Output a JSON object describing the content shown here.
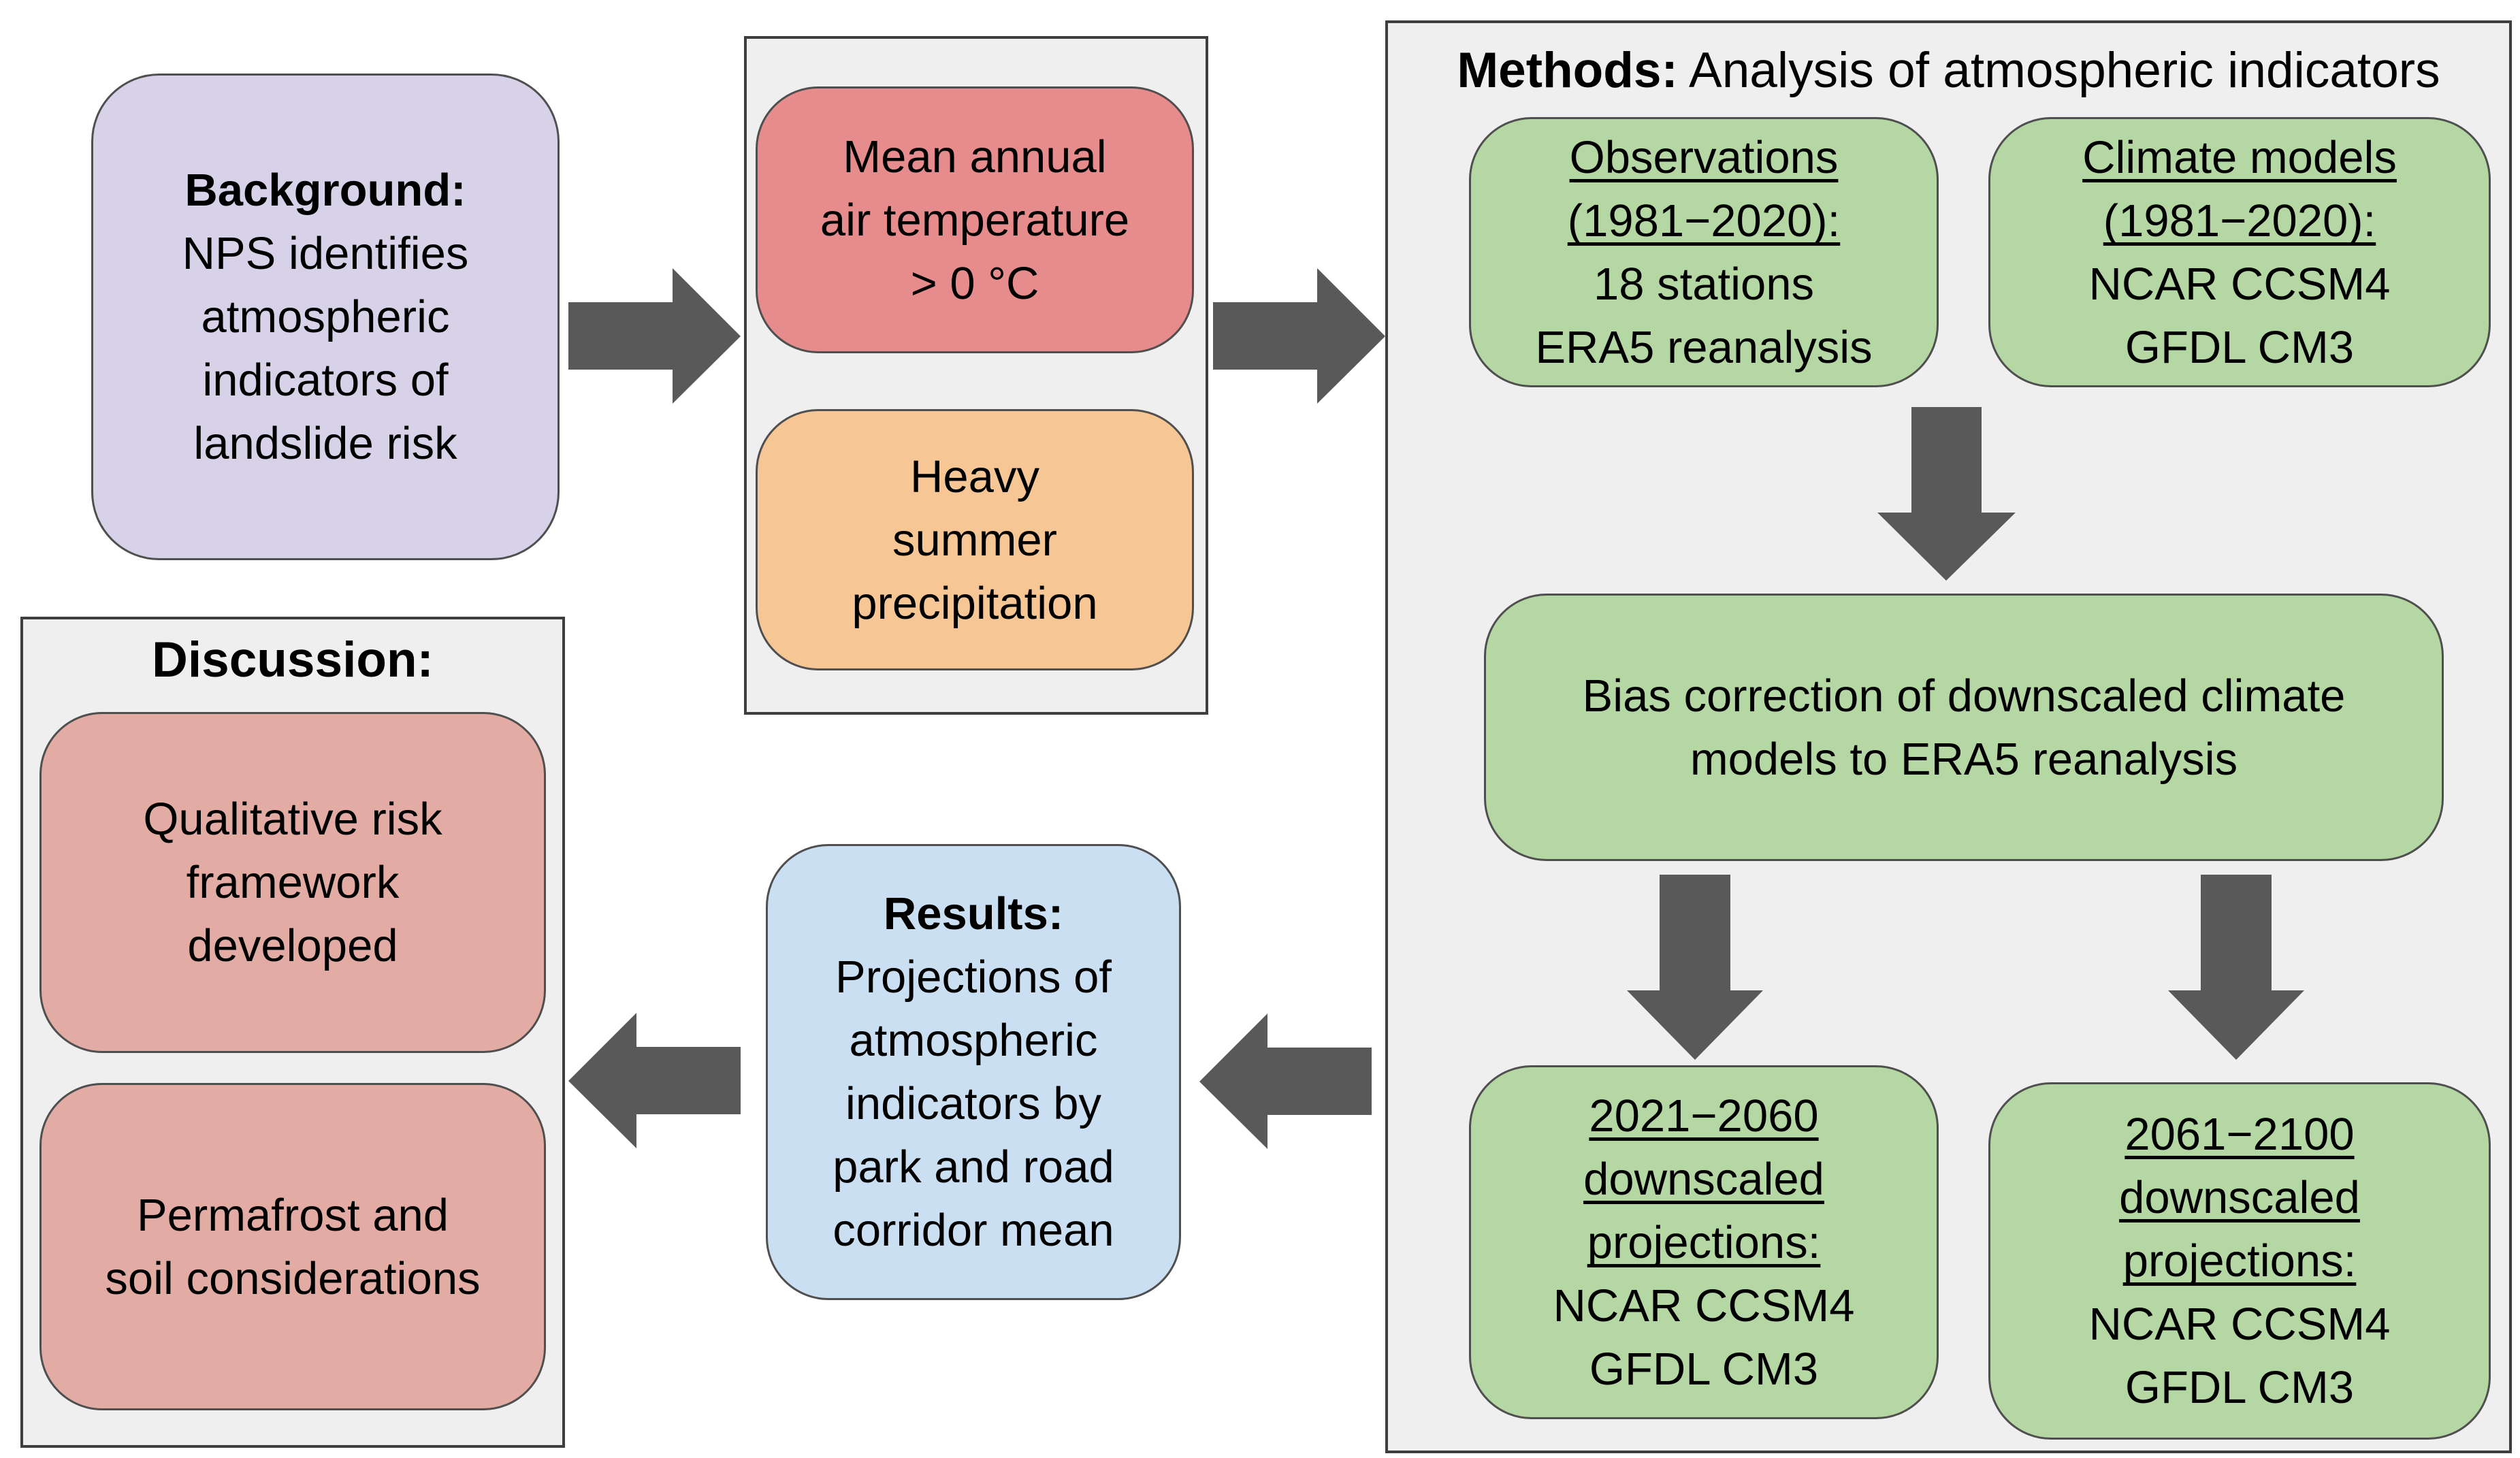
{
  "colors": {
    "page_background": "#FFFFFF",
    "panel_fill": "#EFEFEF",
    "panel_border": "#3E3E3E",
    "box_border": "#4F4F4F",
    "arrow": "#595959",
    "background_box": "#D8D2E9",
    "temperature_box": "#E78C8C",
    "precipitation_box": "#F6C695",
    "methods_boxes": "#B5D7A3",
    "results_box": "#CBDFF2",
    "discussion_boxes": "#E2ACA4",
    "text": "#000000"
  },
  "background_box": {
    "heading": "Background:",
    "lines": [
      "NPS identifies",
      "atmospheric",
      "indicators of",
      "landslide risk"
    ]
  },
  "indicators_panel": {
    "temperature_box": {
      "lines": [
        "Mean annual",
        "air temperature",
        "> 0 °C"
      ]
    },
    "precipitation_box": {
      "lines": [
        "Heavy",
        "summer",
        "precipitation"
      ]
    }
  },
  "methods_panel": {
    "heading_bold": "Methods:",
    "heading_rest": " Analysis of atmospheric indicators",
    "observations_box": {
      "underlined": [
        "Observations",
        "(1981−2020):"
      ],
      "lines": [
        "18 stations",
        "ERA5 reanalysis"
      ]
    },
    "climate_models_box": {
      "underlined": [
        "Climate models",
        "(1981−2020):"
      ],
      "lines": [
        "NCAR CCSM4",
        "GFDL CM3"
      ]
    },
    "bias_box": {
      "lines": [
        "Bias correction of downscaled climate",
        "models to ERA5 reanalysis"
      ]
    },
    "projections_2021_box": {
      "underlined": [
        "2021−2060",
        "downscaled",
        "projections:"
      ],
      "lines": [
        "NCAR CCSM4",
        "GFDL CM3"
      ]
    },
    "projections_2061_box": {
      "underlined": [
        "2061−2100",
        "downscaled",
        "projections:"
      ],
      "lines": [
        "NCAR CCSM4",
        "GFDL CM3"
      ]
    }
  },
  "results_box": {
    "heading": "Results:",
    "lines": [
      "Projections of",
      "atmospheric",
      "indicators by",
      "park and road",
      "corridor mean"
    ]
  },
  "discussion_panel": {
    "heading": "Discussion:",
    "risk_box": {
      "lines": [
        "Qualitative risk",
        "framework",
        "developed"
      ]
    },
    "permafrost_box": {
      "lines": [
        "Permafrost and",
        "soil considerations"
      ]
    }
  }
}
